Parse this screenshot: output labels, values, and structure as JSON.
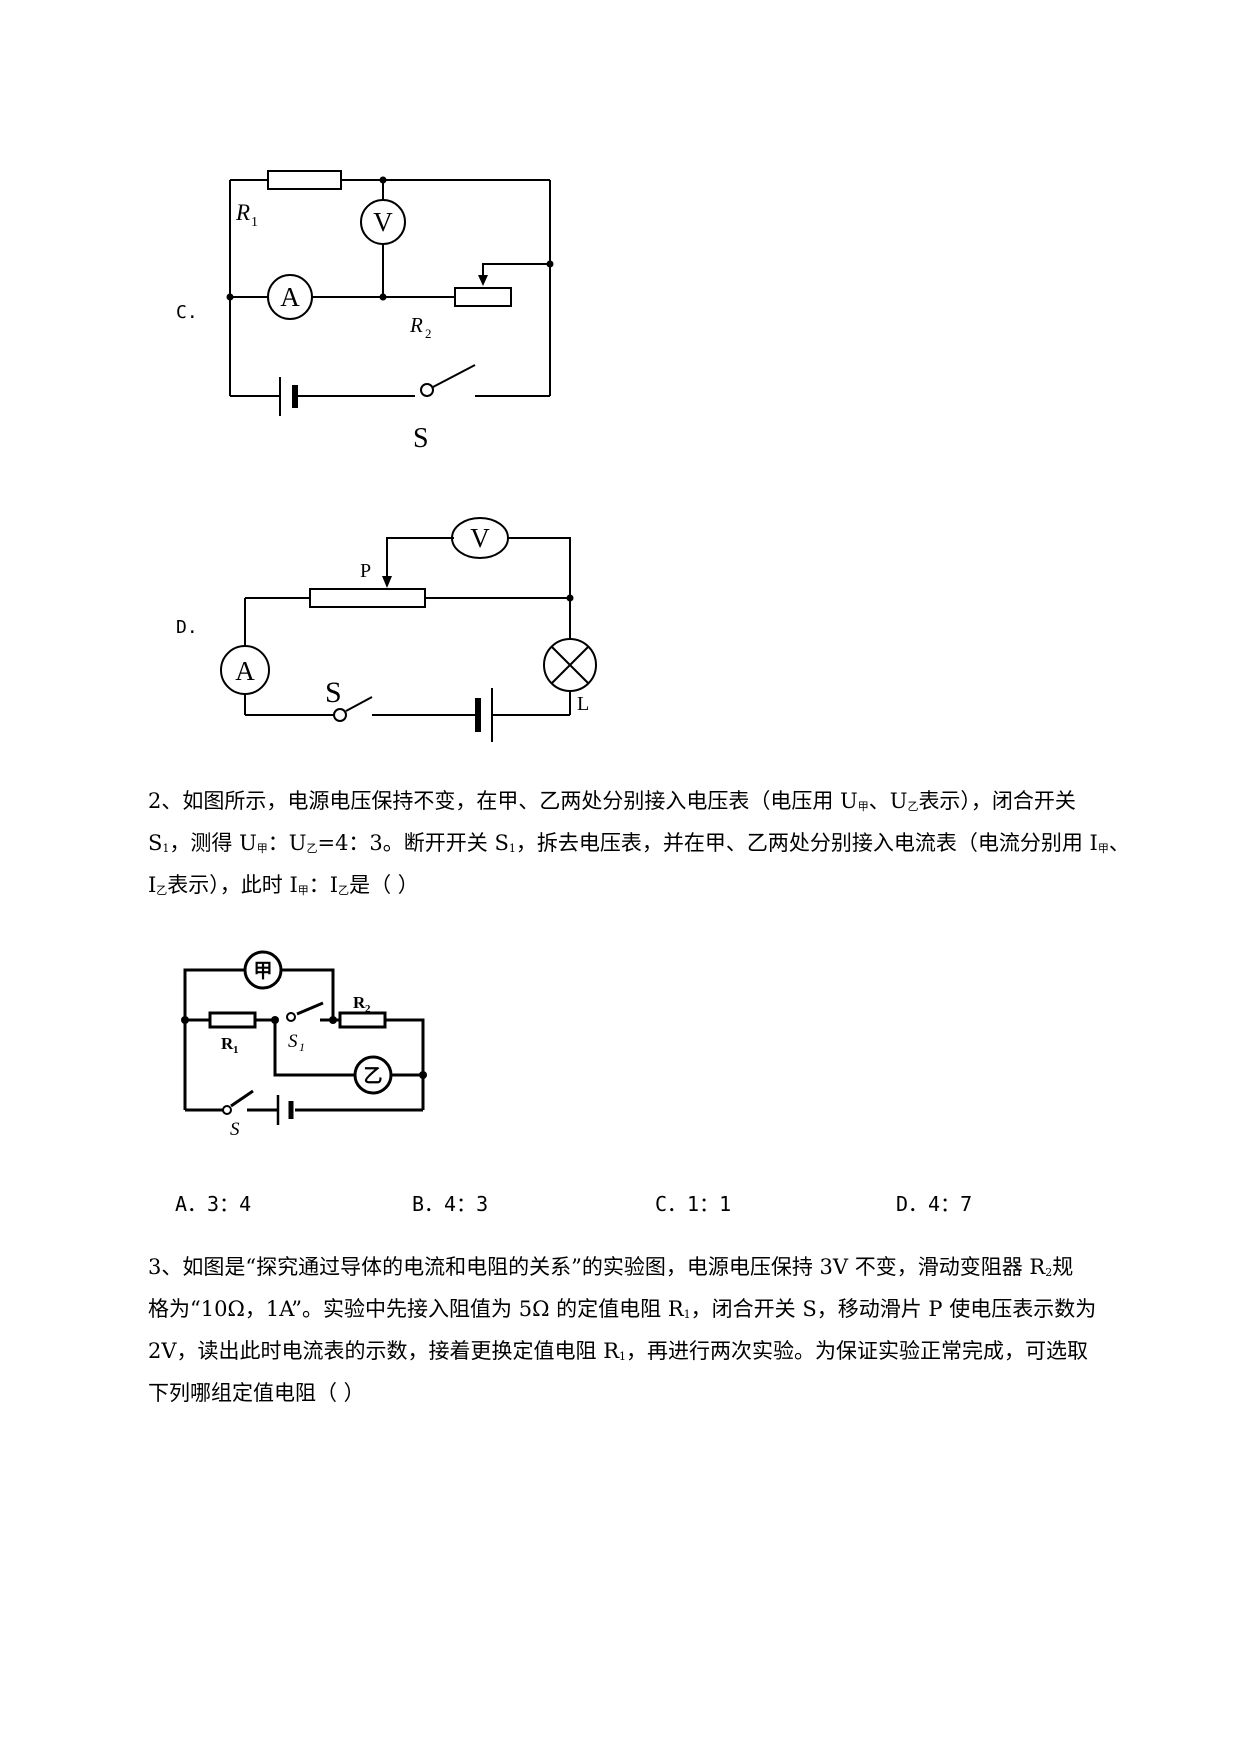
{
  "option_c": {
    "label": "C.",
    "diagram": {
      "r1": "R",
      "r1_sub": "1",
      "r2": "R",
      "r2_sub": "2",
      "ammeter": "A",
      "voltmeter": "V",
      "switch": "S"
    }
  },
  "option_d": {
    "label": "D.",
    "diagram": {
      "ammeter": "A",
      "voltmeter": "V",
      "slider": "P",
      "switch": "S",
      "lamp": "L"
    }
  },
  "q2": {
    "line1": {
      "a": "2、如图所示，电源电压保持不变，在甲、乙两处分别接入电压表（电压用 U",
      "s1": "甲",
      "b": "、U",
      "s2": "乙",
      "c": "表示），闭合开关"
    },
    "line2": {
      "a": "S",
      "s1": "1",
      "b": "，测得 U",
      "s2": "甲",
      "c": "：U",
      "s3": "乙",
      "d": "=4：3。断开开关 S",
      "s4": "1",
      "e": "，拆去电压表，并在甲、乙两处分别接入电流表（电流分别用 I",
      "s5": "甲",
      "f": "、"
    },
    "line3": {
      "a": "I",
      "s1": "乙",
      "b": "表示），此时 I",
      "s2": "甲",
      "c": "：I",
      "s3": "乙",
      "d": "是（      ）"
    },
    "diagram": {
      "jia": "甲",
      "yi": "乙",
      "r1": "R",
      "r1_sub": "1",
      "r2": "R",
      "r2_sub": "2",
      "s1": "S",
      "s1_sub": "1",
      "s": "S"
    },
    "choices": [
      "A．3：4",
      "B．4：3",
      "C．1：1",
      "D．4：7"
    ]
  },
  "q3": {
    "line1": {
      "a": "3、如图是“探究通过导体的电流和电阻的关系”的实验图，电源电压保持 3V 不变，滑动变阻器 R",
      "s1": "2",
      "b": "规"
    },
    "line2": {
      "a": "格为“10Ω，1A”。实验中先接入阻值为 5Ω 的定值电阻 R",
      "s1": "1",
      "b": "，闭合开关 S，移动滑片 P 使电压表示数为"
    },
    "line3": {
      "a": "2V，读出此时电流表的示数，接着更换定值电阻 R",
      "s1": "1",
      "b": "，再进行两次实验。为保证实验正常完成，可选取"
    },
    "line4": {
      "a": "下列哪组定值电阻（      ）"
    }
  }
}
